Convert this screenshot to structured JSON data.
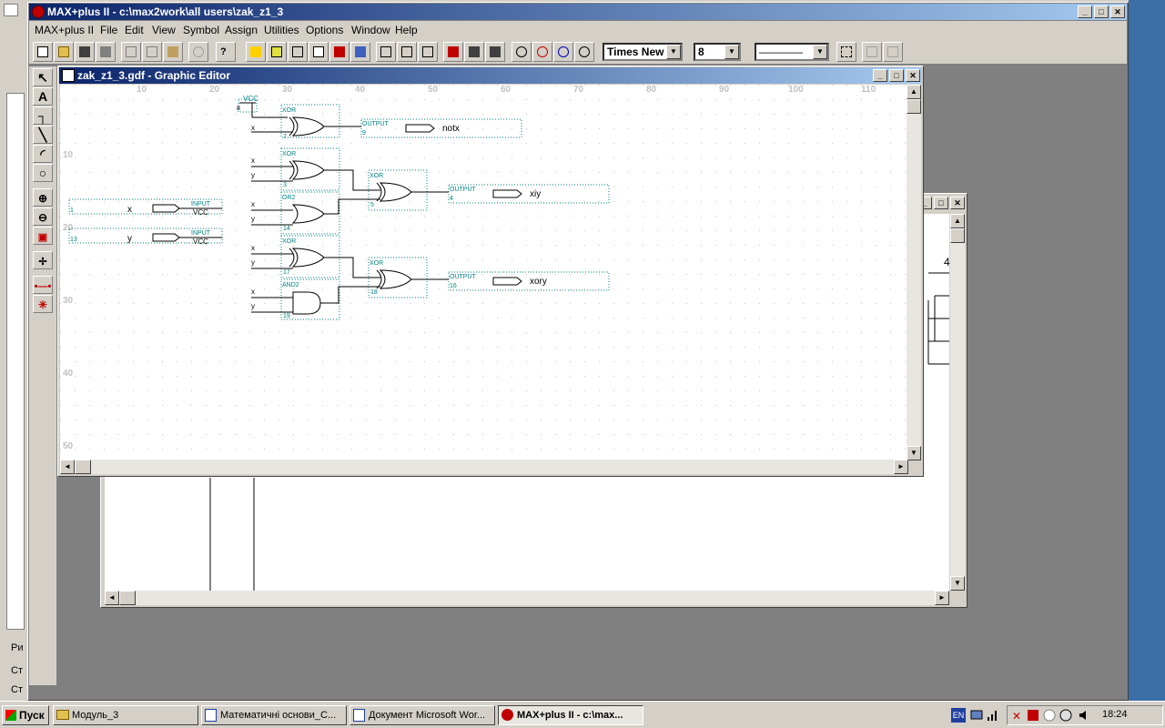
{
  "app": {
    "title": "MAX+plus II - c:\\max2work\\all users\\zak_z1_3"
  },
  "menu": [
    "MAX+plus II",
    "File",
    "Edit",
    "View",
    "Symbol",
    "Assign",
    "Utilities",
    "Options",
    "Window",
    "Help"
  ],
  "toolbar": {
    "font_name": "Times New",
    "font_size": "8",
    "line_style": "————"
  },
  "editor": {
    "title": "zak_z1_3.gdf - Graphic Editor",
    "ruler_top": [
      "10",
      "20",
      "30",
      "40",
      "50",
      "60",
      "70",
      "80",
      "90",
      "100",
      "110"
    ],
    "ruler_left": [
      "10",
      "20",
      "30",
      "40",
      "50"
    ],
    "inputs": [
      {
        "name": "x",
        "type": "INPUT",
        "vcc": "VCC",
        "num": "1"
      },
      {
        "name": "y",
        "type": "INPUT",
        "vcc": "VCC",
        "num": "13"
      }
    ],
    "vcc_symbol": {
      "label": "VCC",
      "num": "8"
    },
    "gates": [
      {
        "type": "XOR",
        "num": "7",
        "in1": "",
        "in2": "x"
      },
      {
        "type": "XOR",
        "num": "3",
        "in1": "x",
        "in2": "y"
      },
      {
        "type": "OR2",
        "num": "14",
        "in1": "x",
        "in2": "y"
      },
      {
        "type": "XOR",
        "num": "5",
        "in1": "",
        "in2": ""
      },
      {
        "type": "XOR",
        "num": "17",
        "in1": "x",
        "in2": "y"
      },
      {
        "type": "AND2",
        "num": "19",
        "in1": "x",
        "in2": "y"
      },
      {
        "type": "XOR",
        "num": "18",
        "in1": "",
        "in2": ""
      }
    ],
    "outputs": [
      {
        "type": "OUTPUT",
        "name": "notx",
        "num": "9"
      },
      {
        "type": "OUTPUT",
        "name": "xiy",
        "num": "4"
      },
      {
        "type": "OUTPUT",
        "name": "xory",
        "num": "16"
      }
    ]
  },
  "second_window": {
    "partial_label": "4"
  },
  "background_word": {
    "side_labels": [
      "Ри",
      "Ст",
      "Ст"
    ]
  },
  "taskbar": {
    "start": "Пуск",
    "tasks": [
      "Модуль_3",
      "Математичні основи_С...",
      "Документ Microsoft Wor...",
      "MAX+plus II - c:\\max..."
    ],
    "lang": "EN",
    "clock": "18:24"
  },
  "colors": {
    "title_active": "#0a246a",
    "schematic_label": "#008080",
    "grid_dot": "#c0c0c0"
  }
}
